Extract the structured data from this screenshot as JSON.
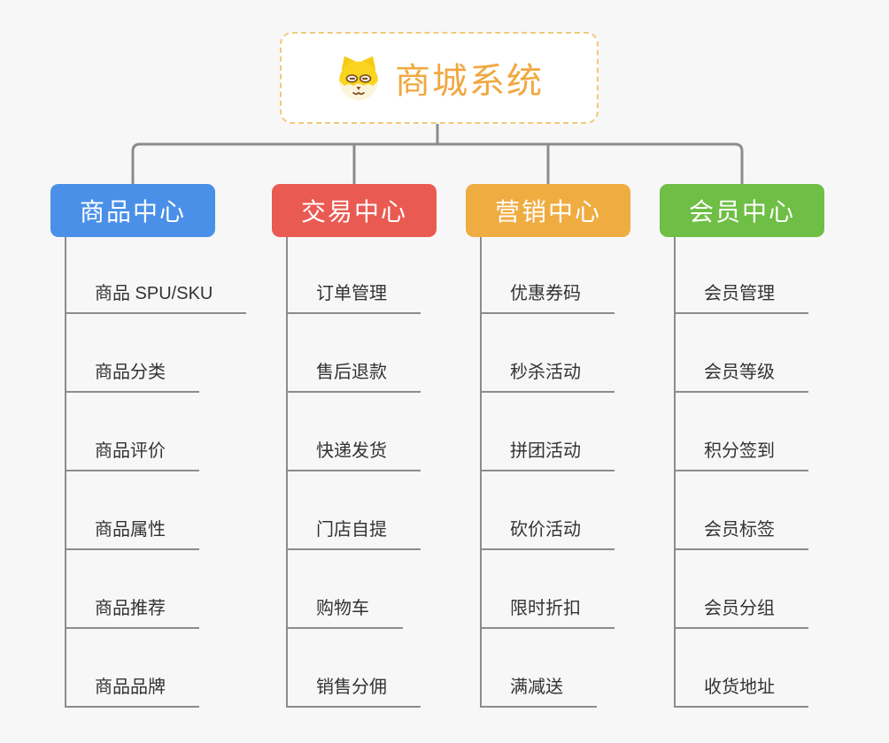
{
  "root": {
    "title": "商城系统",
    "icon": "dog-face-icon"
  },
  "colors": {
    "background": "#F7F7F7",
    "line": "#8C8C8C",
    "leaf_text": "#333333",
    "leaf_underline": "#8C8C8C",
    "root_text": "#F0A840",
    "root_border": "#F2C879",
    "branch_text": "#FFFFFF"
  },
  "branches": [
    {
      "label": "商品中心",
      "color": "#4A90E8",
      "items": [
        "商品 SPU/SKU",
        "商品分类",
        "商品评价",
        "商品属性",
        "商品推荐",
        "商品品牌"
      ]
    },
    {
      "label": "交易中心",
      "color": "#E95A52",
      "items": [
        "订单管理",
        "售后退款",
        "快递发货",
        "门店自提",
        "购物车",
        "销售分佣"
      ]
    },
    {
      "label": "营销中心",
      "color": "#EFAC41",
      "items": [
        "优惠券码",
        "秒杀活动",
        "拼团活动",
        "砍价活动",
        "限时折扣",
        "满减送"
      ]
    },
    {
      "label": "会员中心",
      "color": "#6FBE45",
      "items": [
        "会员管理",
        "会员等级",
        "积分签到",
        "会员标签",
        "会员分组",
        "收货地址"
      ]
    }
  ]
}
